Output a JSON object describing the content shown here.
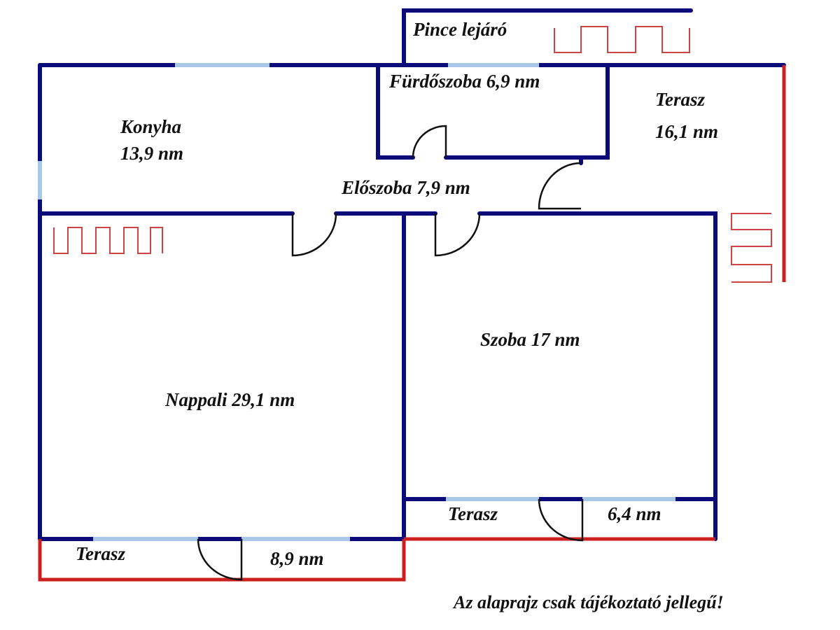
{
  "rooms": {
    "pince": "Pince lejáró",
    "furdo": "Fürdőszoba 6,9 nm",
    "konyha_name": "Konyha",
    "konyha_area": "13,9 nm",
    "terasz_right_name": "Terasz",
    "terasz_right_area": "16,1 nm",
    "eloszoba": "Előszoba 7,9 nm",
    "szoba": "Szoba 17 nm",
    "nappali": "Nappali 29,1 nm",
    "terasz_mid_name": "Terasz",
    "terasz_mid_area": "6,4 nm",
    "terasz_bottom_name": "Terasz",
    "terasz_bottom_area": "8,9 nm"
  },
  "note": "Az alaprajz csak tájékoztató jellegű!",
  "colors": {
    "wall": "#0b0b7a",
    "window": "#a9c8e8",
    "terrace": "#cc2020",
    "radiator": "#cc4444"
  }
}
